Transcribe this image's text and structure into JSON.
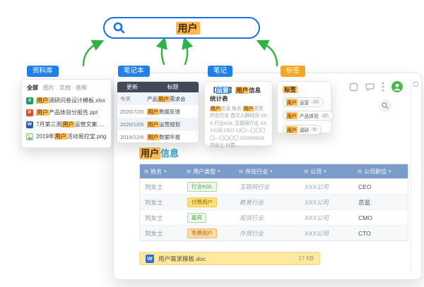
{
  "search": {
    "query": "用户"
  },
  "labels": {
    "library": "资料库",
    "notebook": "笔记本",
    "note": "笔记",
    "tags": "标签"
  },
  "colors": {
    "accent_blue": "#1a73e8",
    "highlight_orange": "#ffbe55",
    "arrow_green": "#2fb344",
    "table_header_blue": "#7b9cc9",
    "tag_amber": "#f5a623"
  },
  "library": {
    "tabs": [
      "全部",
      "图片",
      "文档",
      "音频"
    ],
    "files": [
      {
        "type": "xlsx",
        "icon_letter": "X",
        "pre": "",
        "hl": "用户",
        "post": "调研问卷设计模板.xlsx"
      },
      {
        "type": "ppt",
        "icon_letter": "P",
        "pre": "",
        "hl": "用户",
        "post": "产品体验分报告.ppt"
      },
      {
        "type": "word",
        "icon_letter": "W",
        "pre": "7月第三周",
        "hl": "用户",
        "post": "运营文案.word"
      },
      {
        "type": "png",
        "icon_letter": "",
        "pre": "2019年",
        "hl": "用户",
        "post": "活动易拉宝.png"
      }
    ]
  },
  "notebook": {
    "col_update": "更新",
    "col_title": "标题",
    "rows": [
      {
        "date": "今天",
        "pre": "产品",
        "hl": "用户",
        "post": "需求会"
      },
      {
        "date": "2020/7/20",
        "pre": "",
        "hl": "用户",
        "post": "数据反馈"
      },
      {
        "date": "2020/1/05",
        "pre": "",
        "hl": "用户",
        "post": "运营规划"
      },
      {
        "date": "2019/12/6",
        "pre": "",
        "hl": "用户",
        "post": "数据年报"
      }
    ]
  },
  "note": {
    "bracket_open": "【",
    "tag": "运营",
    "bracket_close": "】",
    "title_hl": "用户",
    "title_rest": "信息",
    "title_line2": "统计表",
    "body_hl1": "用户",
    "body_t1": "信息 姓名 ",
    "body_hl2": "用户",
    "body_t2": "类型 所在行业 首次入群时间 XXX 行业KOL 互联网行业 XXX公司 CEO 13〇—〇〇〇〇—〇〇〇〇 2020/06/29 刘女士 付费…"
  },
  "tags": {
    "header": "标签",
    "items": [
      {
        "hl": "用户",
        "rest": "运营",
        "count": "12"
      },
      {
        "hl": "用户",
        "rest": "产品体验",
        "count": "37"
      },
      {
        "hl": "用户",
        "rest": "调研",
        "count": "6"
      }
    ]
  },
  "main": {
    "title_hl": "用户",
    "title_rest": "信息",
    "columns": [
      "姓名",
      "用户类型",
      "所在行业",
      "公司",
      "公司职位"
    ],
    "rows": [
      {
        "name": "刘女士",
        "type": "行业KOL",
        "variant": "green",
        "industry": "互联网行业",
        "company": "XXX公司",
        "position": "CEO"
      },
      {
        "name": "刘女士",
        "type": "付费用户",
        "variant": "yellow",
        "industry": "教育行业",
        "company": "XXX公司",
        "position": "总监"
      },
      {
        "name": "刘女士",
        "type": "嘉宾",
        "variant": "green",
        "industry": "投资行业",
        "company": "XXX公司",
        "position": "CMO"
      },
      {
        "name": "刘女士",
        "type": "免费用户",
        "variant": "orange",
        "industry": "外贸行业",
        "company": "XXX公司",
        "position": "CTO"
      }
    ],
    "attachment": {
      "icon_letter": "W",
      "name": "用户需求模板.doc",
      "size": "17 KB"
    }
  }
}
